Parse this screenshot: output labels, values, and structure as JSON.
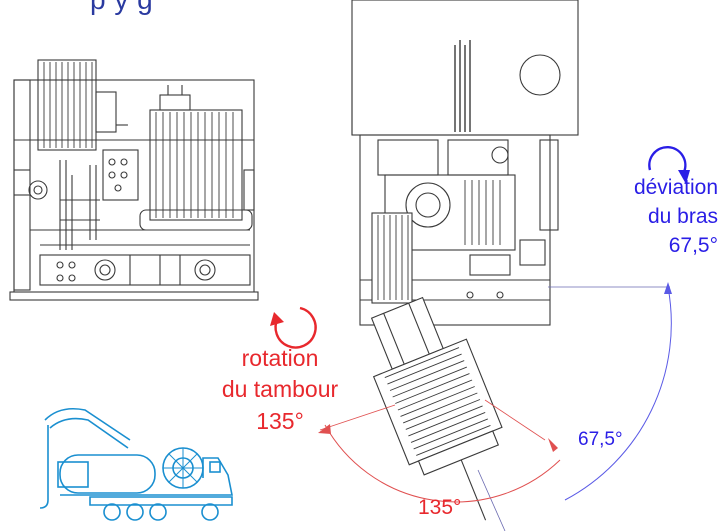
{
  "header": {
    "caption": "p                   y                                            g"
  },
  "arm_deviation": {
    "line1": "déviation",
    "line2": "du bras",
    "line3": "67,5°"
  },
  "drum_rotation": {
    "line1": "rotation",
    "line2": "du tambour",
    "line3": "135°"
  },
  "arcs": {
    "arm_angle": "67,5°",
    "drum_angle": "135°"
  },
  "colors": {
    "red": "#e8282d",
    "blue": "#2a1ee6",
    "line": "#3a3a3a",
    "icon": "#1a8fd0",
    "arc_blue": "#5a5ae6",
    "arc_red": "#e05050"
  },
  "icons": [
    "rotation-arrow-icon",
    "deviation-arrow-icon",
    "truck-icon"
  ]
}
